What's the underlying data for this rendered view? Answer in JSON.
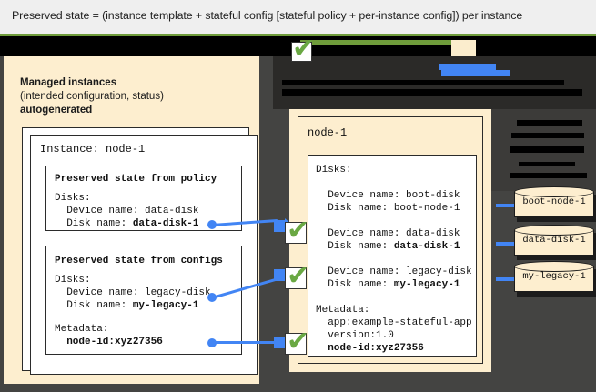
{
  "caption": {
    "text": "Preserved state = (instance template + stateful config [stateful policy + per-instance config]) per instance"
  },
  "colors": {
    "beige": "#fdeecf",
    "background": "#444442",
    "accent_blue": "#4285f4",
    "accent_green": "#6f9c3b",
    "header": "#efefef"
  },
  "left_panel": {
    "title_line1": "Managed instances",
    "title_line2": "(intended configuration, status)",
    "title_line3": "autogenerated",
    "instance_label": "Instance: node-1",
    "policy_card": {
      "title": "Preserved state from policy",
      "lines": [
        "Disks:",
        "  Device name: data-disk",
        "  Disk name: "
      ],
      "bold_value": "data-disk-1"
    },
    "configs_card": {
      "title": "Preserved state from configs",
      "lines": [
        "Disks:",
        "  Device name: legacy-disk",
        "  Disk name: "
      ],
      "bold_value": "my-legacy-1",
      "metadata_label": "Metadata:",
      "metadata_value": "  node-id:xyz27356"
    }
  },
  "right_panel": {
    "node_label": "node-1",
    "disks_label": "Disks:",
    "entries": [
      {
        "device": "  Device name: boot-disk",
        "disk": "  Disk name: boot-node-1",
        "bold": false
      },
      {
        "device": "  Device name: data-disk",
        "disk_prefix": "  Disk name: ",
        "disk_bold": "data-disk-1",
        "bold": true
      },
      {
        "device": "  Device name: legacy-disk",
        "disk_prefix": "  Disk name: ",
        "disk_bold": "my-legacy-1",
        "bold": true
      }
    ],
    "metadata_label": "Metadata:",
    "metadata_lines": [
      "  app:example-stateful-app",
      "  version:1.0"
    ],
    "metadata_bold": "  node-id:xyz27356"
  },
  "disks": [
    {
      "label": "boot-node-1"
    },
    {
      "label": "data-disk-1"
    },
    {
      "label": "my-legacy-1"
    }
  ],
  "icons": {
    "check": "✔"
  }
}
